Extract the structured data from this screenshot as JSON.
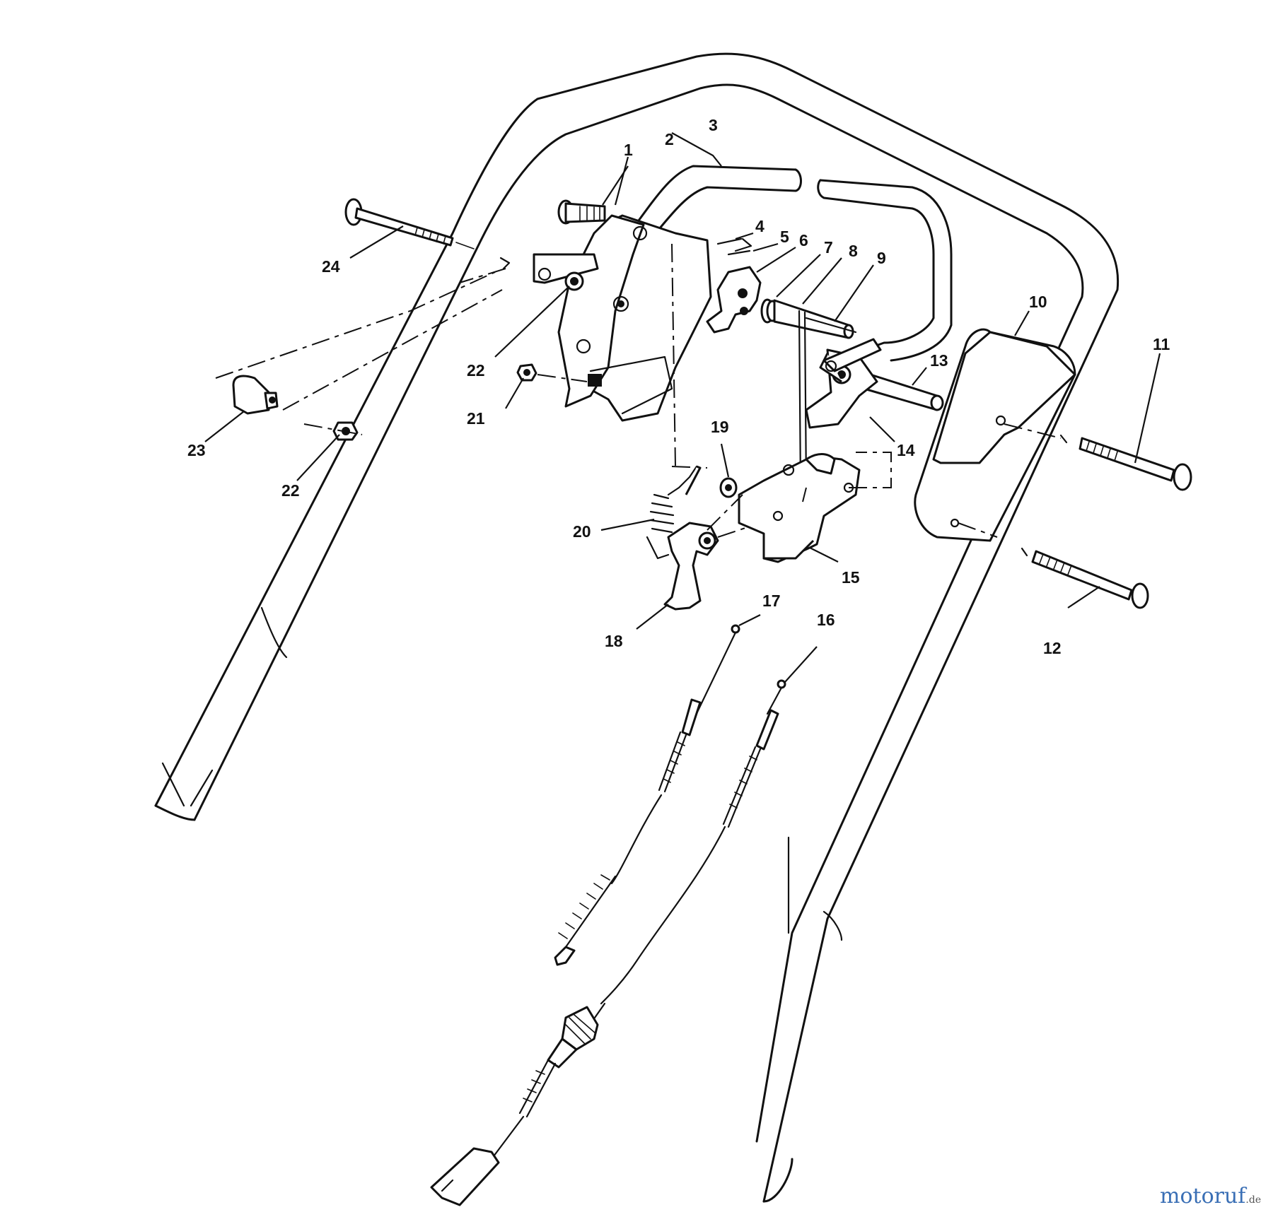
{
  "diagram": {
    "callouts": [
      {
        "id": "1",
        "text": "1"
      },
      {
        "id": "2",
        "text": "2"
      },
      {
        "id": "3",
        "text": "3"
      },
      {
        "id": "4",
        "text": "4"
      },
      {
        "id": "5",
        "text": "5"
      },
      {
        "id": "6",
        "text": "6"
      },
      {
        "id": "7",
        "text": "7"
      },
      {
        "id": "8",
        "text": "8"
      },
      {
        "id": "9",
        "text": "9"
      },
      {
        "id": "10",
        "text": "10"
      },
      {
        "id": "11",
        "text": "11"
      },
      {
        "id": "12",
        "text": "12"
      },
      {
        "id": "13",
        "text": "13"
      },
      {
        "id": "14",
        "text": "14"
      },
      {
        "id": "15",
        "text": "15"
      },
      {
        "id": "16",
        "text": "16"
      },
      {
        "id": "17",
        "text": "17"
      },
      {
        "id": "18",
        "text": "18"
      },
      {
        "id": "19",
        "text": "19"
      },
      {
        "id": "20",
        "text": "20"
      },
      {
        "id": "21",
        "text": "21"
      },
      {
        "id": "22a",
        "text": "22"
      },
      {
        "id": "22b",
        "text": "22"
      },
      {
        "id": "23",
        "text": "23"
      },
      {
        "id": "24",
        "text": "24"
      }
    ]
  },
  "watermark": {
    "brand": "motoruf",
    "suffix": ".de"
  },
  "colors": {
    "ink": "#111111",
    "background": "#ffffff",
    "watermark_letters": [
      "#3a6fb5",
      "#3a6fb5",
      "#e2a31c",
      "#3a6fb5",
      "#c93b3b",
      "#4a9a3f",
      "#3a6fb5"
    ]
  }
}
